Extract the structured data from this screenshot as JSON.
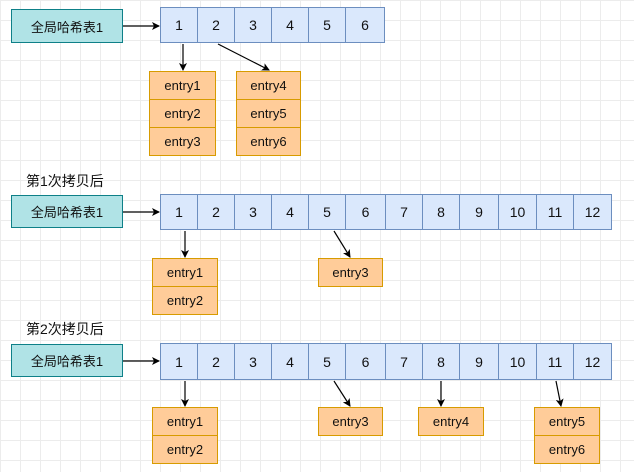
{
  "section1": {
    "table_label": "全局哈希表1",
    "buckets": [
      "1",
      "2",
      "3",
      "4",
      "5",
      "6"
    ],
    "entries_a": [
      "entry1",
      "entry2",
      "entry3"
    ],
    "entries_b": [
      "entry4",
      "entry5",
      "entry6"
    ]
  },
  "section2": {
    "title": "第1次拷贝后",
    "table_label": "全局哈希表1",
    "buckets": [
      "1",
      "2",
      "3",
      "4",
      "5",
      "6",
      "7",
      "8",
      "9",
      "10",
      "11",
      "12"
    ],
    "entries_a": [
      "entry1",
      "entry2"
    ],
    "entries_b": [
      "entry3"
    ]
  },
  "section3": {
    "title": "第2次拷贝后",
    "table_label": "全局哈希表1",
    "buckets": [
      "1",
      "2",
      "3",
      "4",
      "5",
      "6",
      "7",
      "8",
      "9",
      "10",
      "11",
      "12"
    ],
    "entries_a": [
      "entry1",
      "entry2"
    ],
    "entries_b": [
      "entry3"
    ],
    "entries_c": [
      "entry4"
    ],
    "entries_d": [
      "entry5",
      "entry6"
    ]
  },
  "colors": {
    "label_fill": "#b0e3e6",
    "bucket_fill": "#dae8fc",
    "entry_fill": "#ffcc99",
    "arrow": "#000000"
  }
}
